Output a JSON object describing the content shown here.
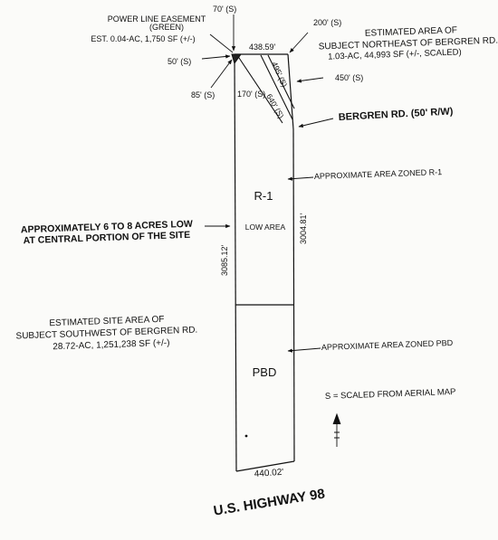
{
  "colors": {
    "ink": "#111111",
    "paper": "#fbfbf9"
  },
  "dimensions": {
    "d70": "70' (S)",
    "d200": "200' (S)",
    "d50": "50' (S)",
    "d85": "85' (S)",
    "d170": "170' (S)",
    "d43859": "438.59'",
    "d495": "495' (S)",
    "d450": "450' (S)",
    "d640": "640' (S)",
    "d308512": "3085.12'",
    "d300481": "3004.81'",
    "d44002": "440.02'"
  },
  "notes": {
    "easement_title": "POWER LINE EASEMENT",
    "easement_color": "(GREEN)",
    "easement_est": "EST. 0.04-AC, 1,750 SF (+/-)",
    "northeast_line1": "ESTIMATED AREA OF",
    "northeast_line2": "SUBJECT NORTHEAST OF BERGREN RD.",
    "northeast_line3": "1.03-AC, 44,993 SF (+/-, SCALED)",
    "road": "BERGREN RD. (50' R/W)",
    "zone_r1_note": "APPROXIMATE AREA ZONED R-1",
    "zone_r1": "R-1",
    "low_area": "LOW AREA",
    "acres_low_line1": "APPROXIMATELY 6 TO 8 ACRES LOW",
    "acres_low_line2": "AT CENTRAL PORTION OF THE SITE",
    "site_line1": "ESTIMATED SITE AREA OF",
    "site_line2": "SUBJECT SOUTHWEST OF BERGREN RD.",
    "site_line3": "28.72-AC, 1,251,238 SF (+/-)",
    "zone_pbd_note": "APPROXIMATE AREA ZONED PBD",
    "zone_pbd": "PBD",
    "scaled_legend": "S = SCALED FROM AERIAL MAP",
    "highway": "U.S. HIGHWAY 98"
  },
  "icons": {
    "north_arrow": "north-arrow-icon"
  }
}
